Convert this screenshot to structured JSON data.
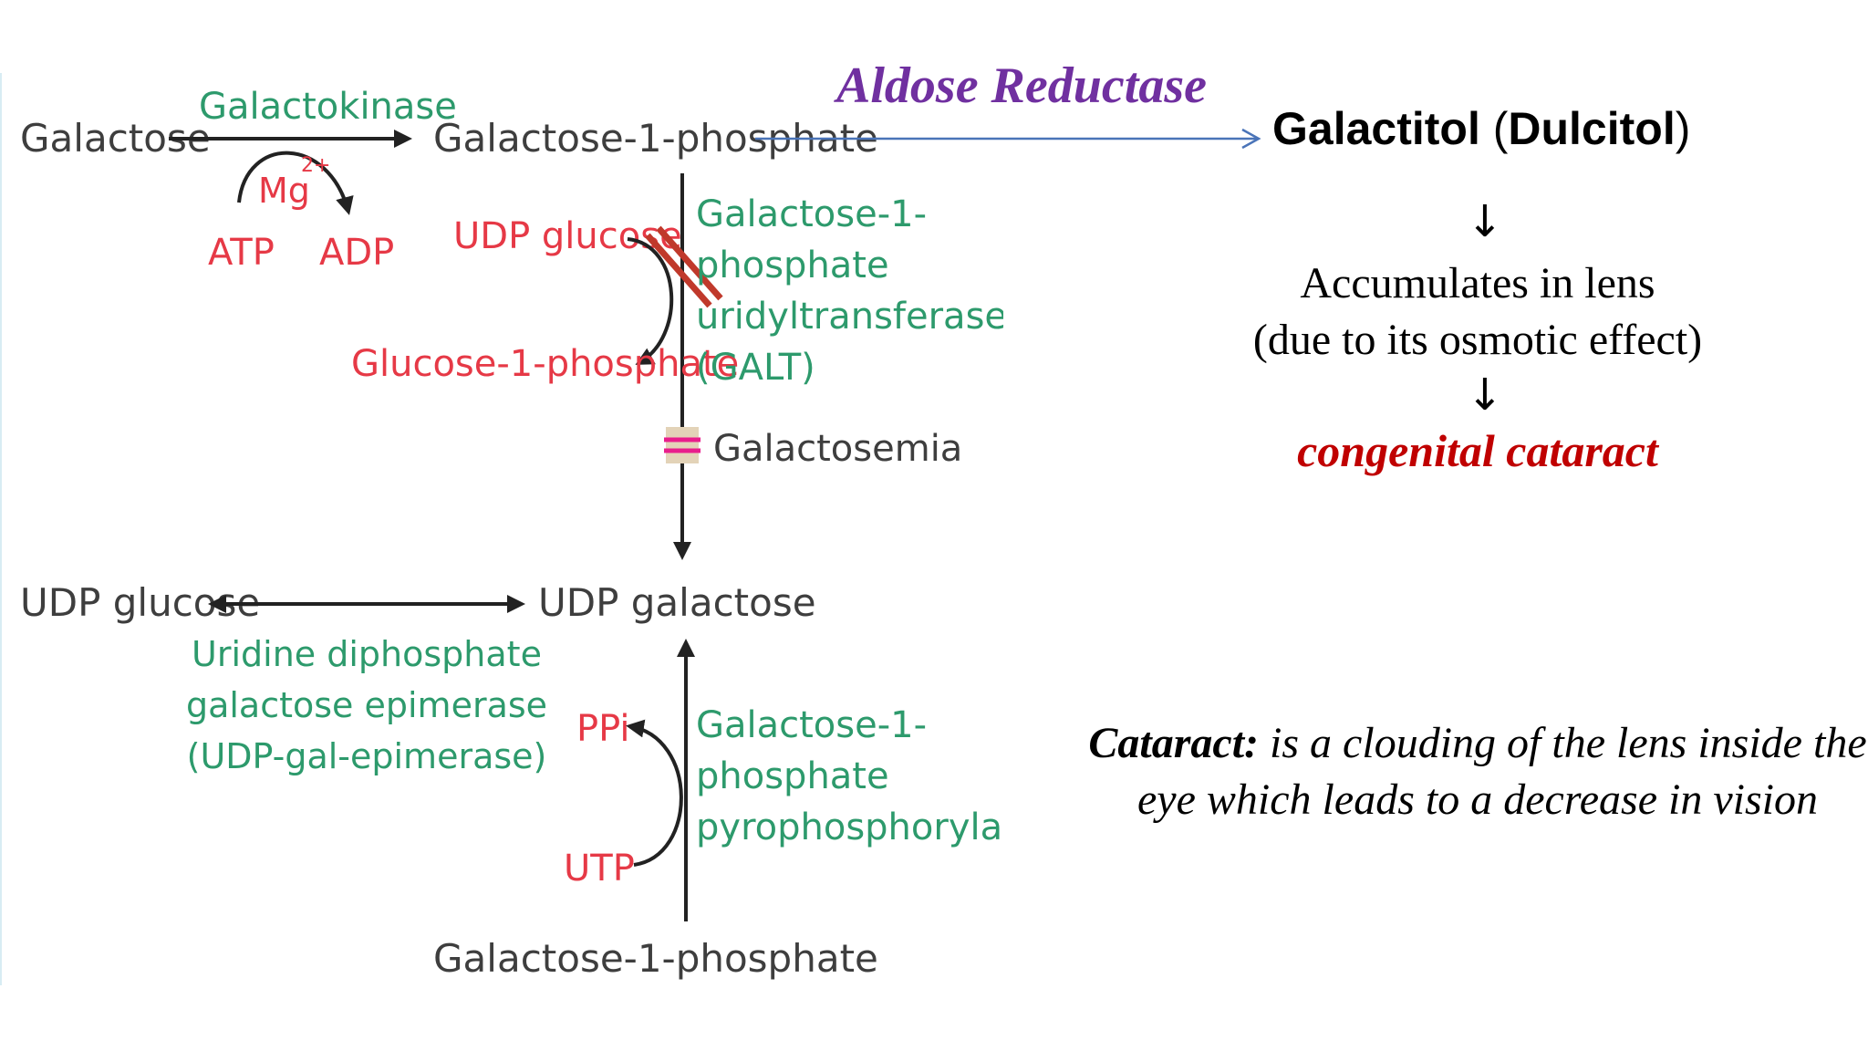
{
  "pathway": {
    "galactose": "Galactose",
    "galactokinase": "Galactokinase",
    "mg": "Mg",
    "mg_charge": "2+",
    "atp": "ATP",
    "adp": "ADP",
    "gal1p_top": "Galactose-1-phosphate",
    "udp_glucose_top": "UDP glucose",
    "glucose1p": "Glucose-1-phosphate",
    "galt_lines": [
      "Galactose-1-",
      "phosphate",
      "uridyltransferase",
      "(GALT)"
    ],
    "galactosemia": "Galactosemia",
    "udp_glucose_left": "UDP glucose",
    "udp_galactose": "UDP galactose",
    "epimerase_lines": [
      "Uridine diphosphate",
      "galactose epimerase",
      "(UDP-gal-epimerase)"
    ],
    "ppi": "PPi",
    "utp": "UTP",
    "pyro_lines": [
      "Galactose-1-",
      "phosphate",
      "pyrophosphorylase"
    ],
    "gal1p_bottom": "Galactose-1-phosphate"
  },
  "aldose_reductase": "Aldose Reductase",
  "galactitol": {
    "name": "Galactitol",
    "open": " (",
    "alt": "Dulcitol",
    "close": ")"
  },
  "down_arrow": "↓",
  "accumulates": [
    "Accumulates in lens",
    "(due to its osmotic effect)"
  ],
  "congenital": "congenital cataract",
  "cataract_def": {
    "term": "Cataract:",
    "text": " is a clouding of the lens inside the eye which leads to a decrease in vision"
  },
  "colors": {
    "green": "#2d9a6c",
    "red": "#e63946",
    "purple": "#7030a0",
    "dark_red": "#c00000",
    "blue_arrow": "#4a74b8"
  }
}
